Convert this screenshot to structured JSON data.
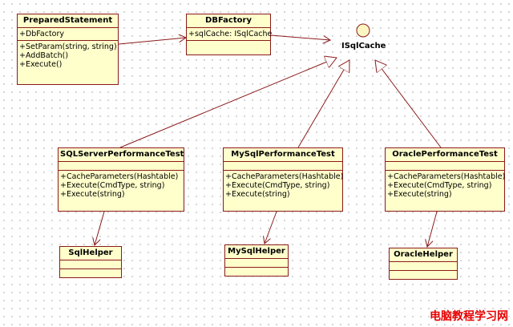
{
  "classes": {
    "prepared": {
      "name": "PreparedStatement",
      "attributes": [
        "+DbFactory"
      ],
      "operations": [
        "+SetParam(string, string)",
        "+AddBatch()",
        "+Execute()"
      ]
    },
    "dbfactory": {
      "name": "DBFactory",
      "attributes": [
        "+sqlCache: ISqlCache"
      ],
      "operations": []
    },
    "sqlserver": {
      "name": "SQLServerPerformanceTest",
      "attributes": [],
      "operations": [
        "+CacheParameters(Hashtable)",
        "+Execute(CmdType, string)",
        "+Execute(string)"
      ]
    },
    "mysql": {
      "name": "MySqlPerformanceTest",
      "attributes": [],
      "operations": [
        "+CacheParameters(Hashtable)",
        "+Execute(CmdType, string)",
        "+Execute(string)"
      ]
    },
    "oracle": {
      "name": "OraclePerformanceTest",
      "attributes": [],
      "operations": [
        "+CacheParameters(Hashtable)",
        "+Execute(CmdType, string)",
        "+Execute(string)"
      ]
    },
    "sqlhelper": {
      "name": "SqlHelper"
    },
    "mysqlhelper": {
      "name": "MySqlHelper"
    },
    "oraclehelper": {
      "name": "OracleHelper"
    }
  },
  "interface": {
    "name": "ISqlCache"
  },
  "watermark": "电脑教程学习网",
  "colors": {
    "class_fill": "#ffffcc",
    "border": "#8b1a1a",
    "interface_fill": "#fdf6c3",
    "watermark": "#e60000"
  }
}
